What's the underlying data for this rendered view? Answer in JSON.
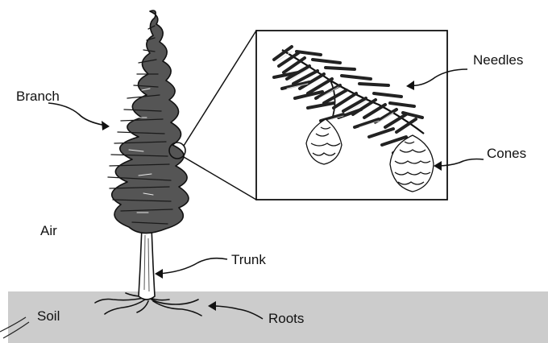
{
  "labels": {
    "branch": "Branch",
    "needles": "Needles",
    "cones": "Cones",
    "air": "Air",
    "trunk": "Trunk",
    "soil": "Soil",
    "roots": "Roots"
  },
  "colors": {
    "soil": "#cccccc",
    "foliage": "#555555",
    "foliage_dark": "#222222",
    "outline": "#111111",
    "cone_fill": "#ffffff"
  }
}
